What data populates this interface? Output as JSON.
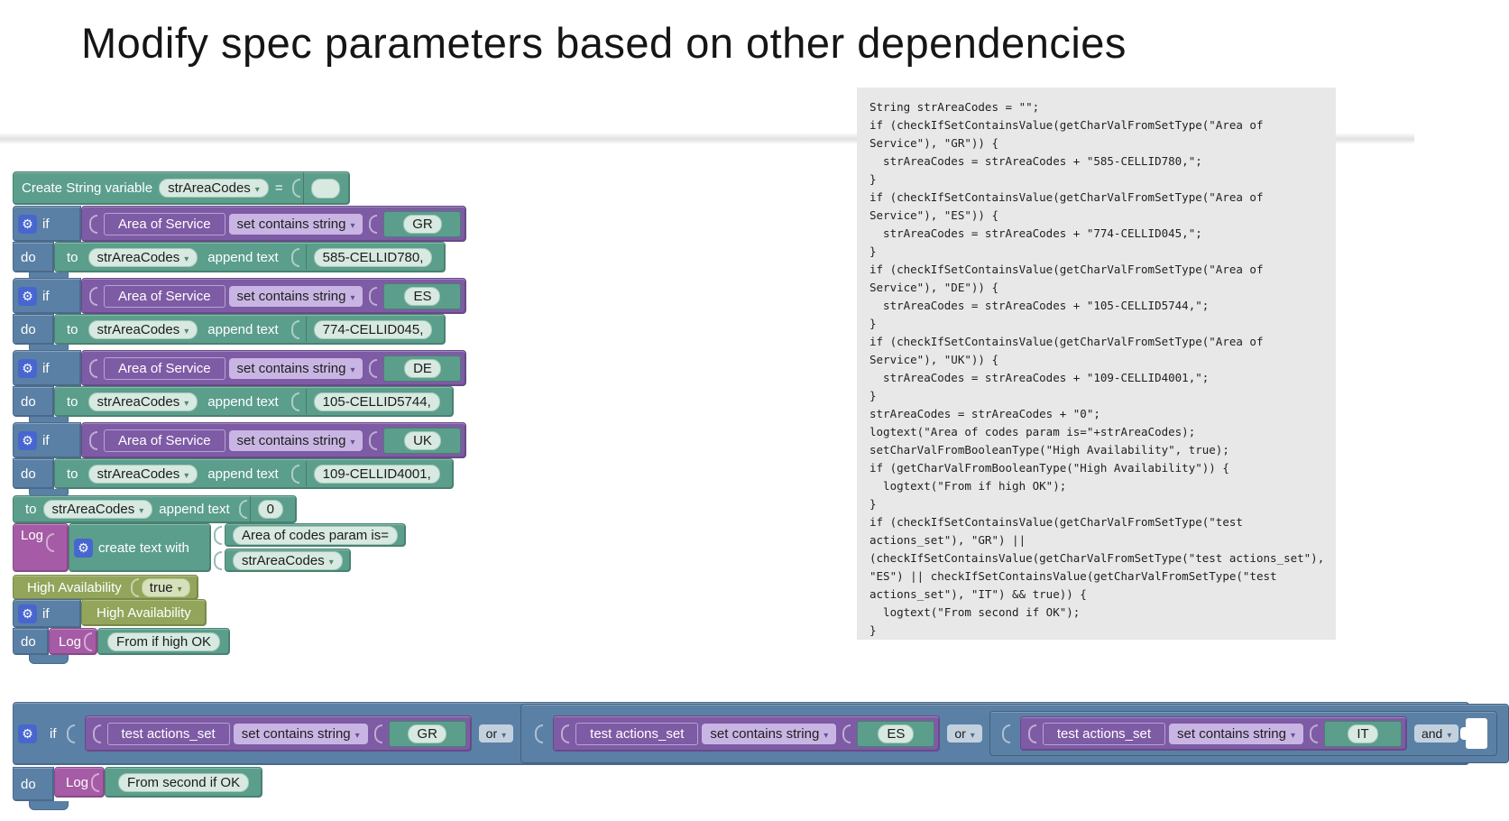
{
  "title": "Modify spec parameters based on other dependencies",
  "colors": {
    "teal_block": "#5b9e8c",
    "blue_block": "#5b80a5",
    "purple_block": "#7e5ba5",
    "magenta_block": "#a55ba5",
    "olive_block": "#92a55b",
    "code_panel_bg": "#e8e8e8"
  },
  "workspace": {
    "labels": {
      "if": "if",
      "do": "do",
      "to": "to",
      "append_text": "append text",
      "set_contains": "set contains string",
      "create_var": "Create String variable",
      "eq": "=",
      "create_text_with": "create text with",
      "log": "Log",
      "or": "or",
      "and": "and"
    },
    "var_name": "strAreaCodes",
    "area_ifs": [
      {
        "set": "Area of Service",
        "value": "GR",
        "append": "585-CELLID780,"
      },
      {
        "set": "Area of Service",
        "value": "ES",
        "append": "774-CELLID045,"
      },
      {
        "set": "Area of Service",
        "value": "DE",
        "append": "105-CELLID5744,"
      },
      {
        "set": "Area of Service",
        "value": "UK",
        "append": "109-CELLID4001,"
      }
    ],
    "append_zero": {
      "value": "0"
    },
    "log_create": {
      "text1": "Area of codes param is=",
      "var2": "strAreaCodes"
    },
    "high_availability": {
      "label": "High Availability",
      "value": "true"
    },
    "ha_if": {
      "cond": "High Availability",
      "msg": "From if high OK"
    },
    "big_if": {
      "conds": [
        {
          "set": "test actions_set",
          "value": "GR"
        },
        {
          "set": "test actions_set",
          "value": "ES"
        },
        {
          "set": "test actions_set",
          "value": "IT"
        }
      ],
      "msg": "From second if OK"
    }
  },
  "code_panel": {
    "text": "String strAreaCodes = \"\";\nif (checkIfSetContainsValue(getCharValFromSetType(\"Area of\nService\"), \"GR\")) {\n  strAreaCodes = strAreaCodes + \"585-CELLID780,\";\n}\nif (checkIfSetContainsValue(getCharValFromSetType(\"Area of\nService\"), \"ES\")) {\n  strAreaCodes = strAreaCodes + \"774-CELLID045,\";\n}\nif (checkIfSetContainsValue(getCharValFromSetType(\"Area of\nService\"), \"DE\")) {\n  strAreaCodes = strAreaCodes + \"105-CELLID5744,\";\n}\nif (checkIfSetContainsValue(getCharValFromSetType(\"Area of\nService\"), \"UK\")) {\n  strAreaCodes = strAreaCodes + \"109-CELLID4001,\";\n}\nstrAreaCodes = strAreaCodes + \"0\";\nlogtext(\"Area of codes param is=\"+strAreaCodes);\nsetCharValFromBooleanType(\"High Availability\", true);\nif (getCharValFromBooleanType(\"High Availability\")) {\n  logtext(\"From if high OK\");\n}\nif (checkIfSetContainsValue(getCharValFromSetType(\"test\nactions_set\"), \"GR\") ||\n(checkIfSetContainsValue(getCharValFromSetType(\"test actions_set\"),\n\"ES\") || checkIfSetContainsValue(getCharValFromSetType(\"test\nactions_set\"), \"IT\") && true)) {\n  logtext(\"From second if OK\");\n}"
  }
}
